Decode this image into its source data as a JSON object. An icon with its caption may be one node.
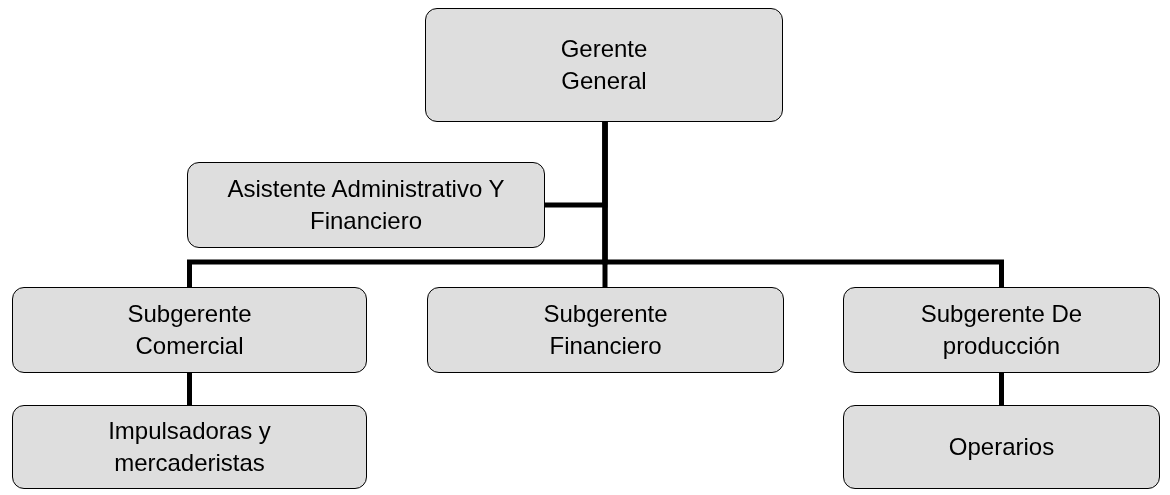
{
  "diagram": {
    "nodes": [
      {
        "text": [
          "Gerente General"
        ]
      },
      {
        "text": [
          "Asistente Administrativo Y Financiero"
        ]
      },
      {
        "text": [
          "Subgerente Comercial"
        ]
      },
      {
        "text": [
          "Subgerente Financiero"
        ]
      },
      {
        "text": [
          "Subgerente De producción"
        ]
      },
      {
        "text": [
          "Impulsadoras y mercaderistas"
        ]
      },
      {
        "text": [
          "Operarios"
        ]
      }
    ],
    "edges": [
      {
        "from": 0,
        "to": 1,
        "arrow": "none"
      },
      {
        "from": 0,
        "to": 2,
        "arrow": "none"
      },
      {
        "from": 0,
        "to": 3,
        "arrow": "none"
      },
      {
        "from": 0,
        "to": 4,
        "arrow": "none"
      },
      {
        "from": 2,
        "to": 5,
        "arrow": "none"
      },
      {
        "from": 4,
        "to": 6,
        "arrow": "none"
      }
    ]
  }
}
